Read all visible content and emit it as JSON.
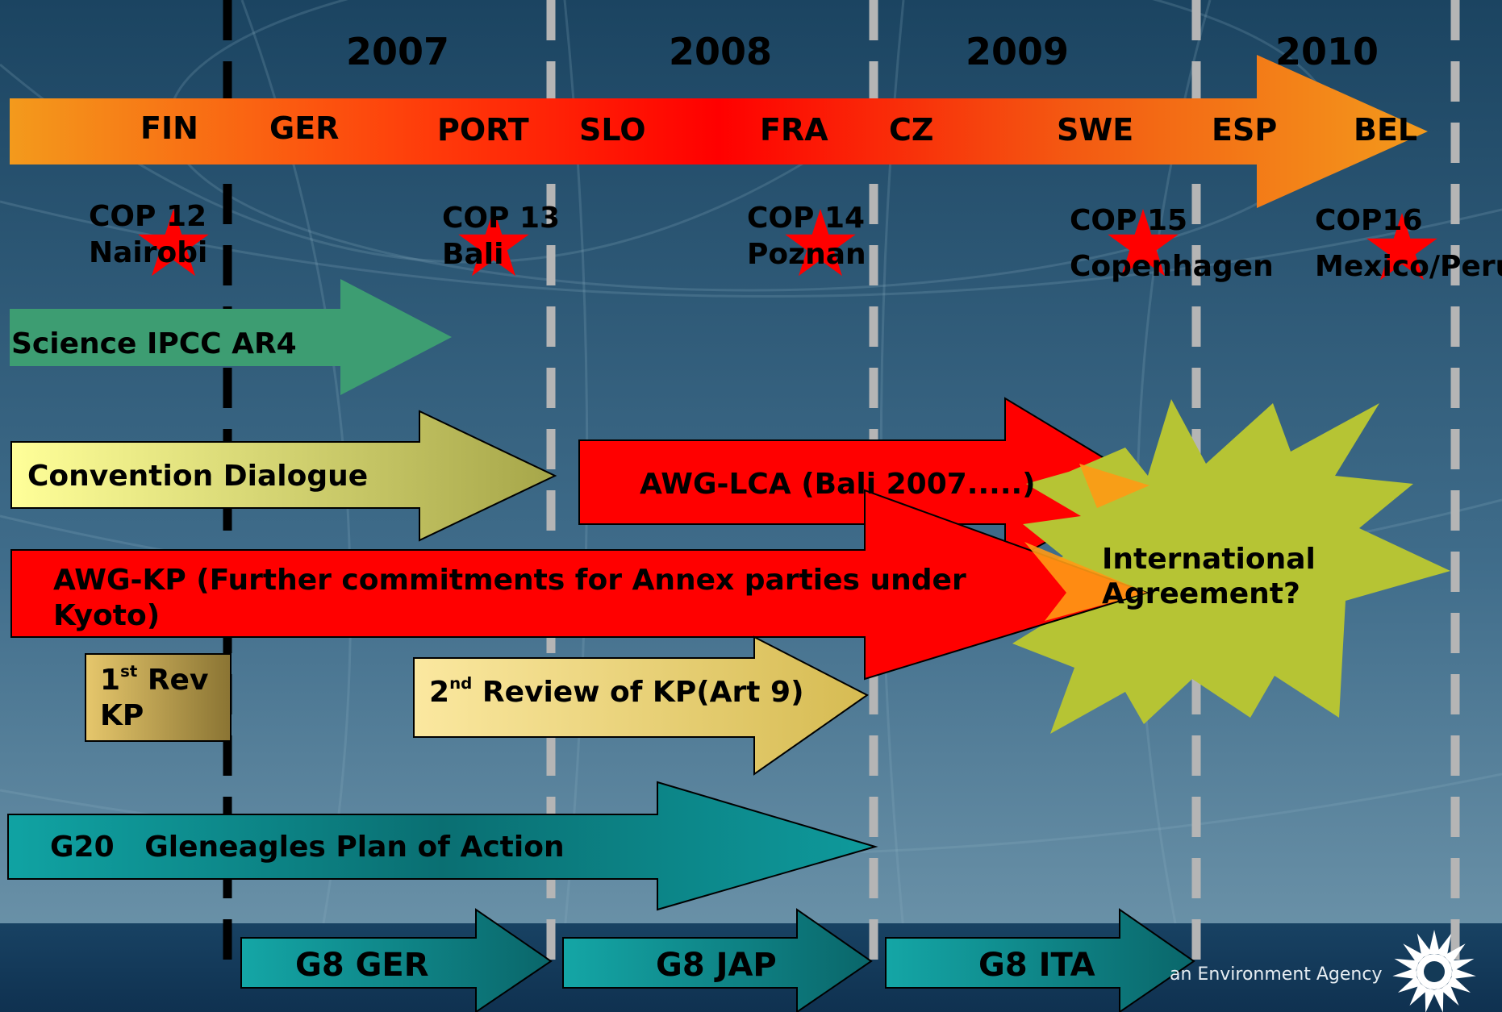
{
  "years": [
    "2007",
    "2008",
    "2009",
    "2010"
  ],
  "presidencies": [
    "FIN",
    "GER",
    "PORT",
    "SLO",
    "FRA",
    "CZ",
    "SWE",
    "ESP",
    "BEL"
  ],
  "cops": [
    {
      "name": "COP 12",
      "city": "Nairobi"
    },
    {
      "name": "COP 13",
      "city": "Bali"
    },
    {
      "name": "COP 14",
      "city": "Poznan"
    },
    {
      "name": "COP 15",
      "city": "Copenhagen"
    },
    {
      "name": "COP16",
      "city": "Mexico/Peru"
    }
  ],
  "tracks": {
    "science": "Science IPCC AR4",
    "convention": "Convention Dialogue",
    "awg_lca": "AWG-LCA (Bali 2007.....)",
    "awg_kp_line1": "AWG-KP (Further commitments for Annex parties under",
    "awg_kp_line2": "Kyoto)",
    "first_rev": {
      "num": "1",
      "sup": "st",
      "line1_rest": " Rev",
      "line2": "KP"
    },
    "second_review": {
      "num": "2",
      "sup": "nd",
      "rest": " Review of KP(Art 9)"
    },
    "g20": "G20   Gleneagles Plan of Action",
    "g8": [
      "G8 GER",
      "G8 JAP",
      "G8 ITA"
    ]
  },
  "outcome": {
    "line1": "International",
    "line2": "Agreement?"
  },
  "footer": {
    "agency": "an Environment Agency"
  },
  "colors": {
    "background_top": "#1d4562",
    "background_bottom": "#6c92a8",
    "footer_band": "#143a57",
    "presidency_arrow": [
      "#f39a1c",
      "#ff2a0a",
      "#ff0000",
      "#f06010",
      "#f39a1c"
    ],
    "science_arrow": "#3d9d72",
    "convention_arrow": [
      "#ffff99",
      "#a8a84a"
    ],
    "awg": "#ff0000",
    "review_arrow": [
      "#fbe69b",
      "#d8bd55"
    ],
    "first_rev_box": [
      "#e2c36a",
      "#8b7535"
    ],
    "g20_arrow": [
      "#0f9f9f",
      "#0a5559"
    ],
    "g8_arrow": [
      "#12a4a4",
      "#0b6a6e"
    ],
    "starburst": "#b6c434",
    "star": "#ff0000"
  }
}
